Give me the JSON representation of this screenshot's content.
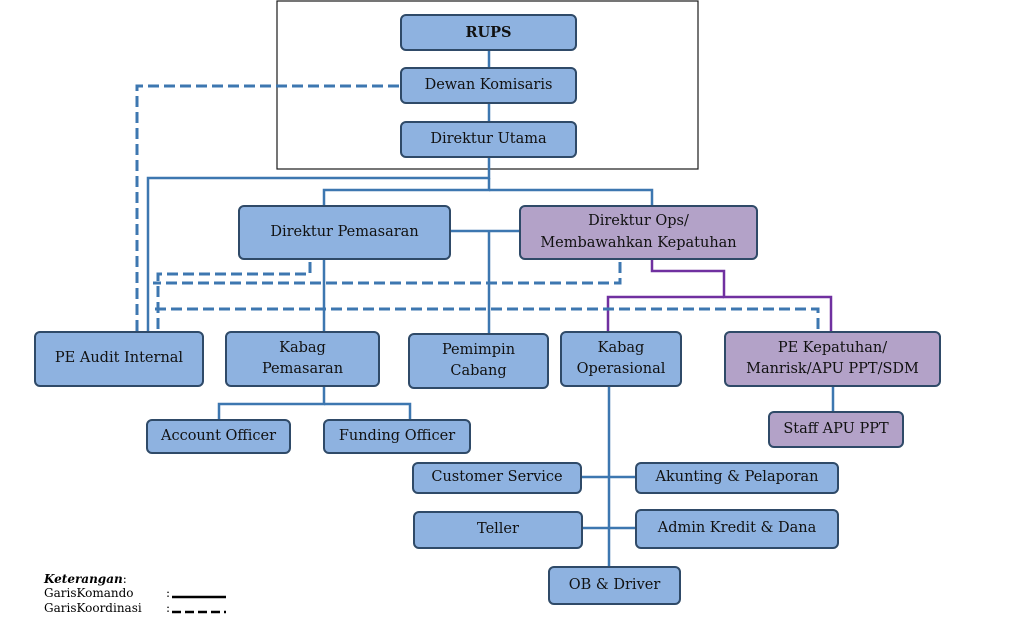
{
  "colors": {
    "box_blue": "#8eb2e0",
    "box_purple": "#b3a2c8",
    "line_blue": "#3d77b0",
    "line_purple": "#7030a0",
    "border": "#2f4a68"
  },
  "nodes": {
    "rups": "RUPS",
    "dewan_komisaris": "Dewan Komisaris",
    "direktur_utama": "Direktur Utama",
    "direktur_pemasaran": "Direktur Pemasaran",
    "direktur_ops": "Direktur Ops/\nMembawahkan Kepatuhan",
    "pe_audit_internal": "PE Audit Internal",
    "kabag_pemasaran": "Kabag\nPemasaran",
    "pemimpin_cabang": "Pemimpin\nCabang",
    "kabag_operasional": "Kabag\nOperasional",
    "pe_kepatuhan": "PE Kepatuhan/\nManrisk/APU PPT/SDM",
    "account_officer": "Account Officer",
    "funding_officer": "Funding Officer",
    "staff_apu_ppt": "Staff APU PPT",
    "customer_service": "Customer Service",
    "akunting_pelaporan": "Akunting & Pelaporan",
    "teller": "Teller",
    "admin_kredit_dana": "Admin Kredit & Dana",
    "ob_driver": "OB & Driver"
  },
  "legend": {
    "title": "Keterangan",
    "komando": "GarisKomando",
    "koordinasi": "GarisKoordinasi",
    "separator": ":"
  }
}
